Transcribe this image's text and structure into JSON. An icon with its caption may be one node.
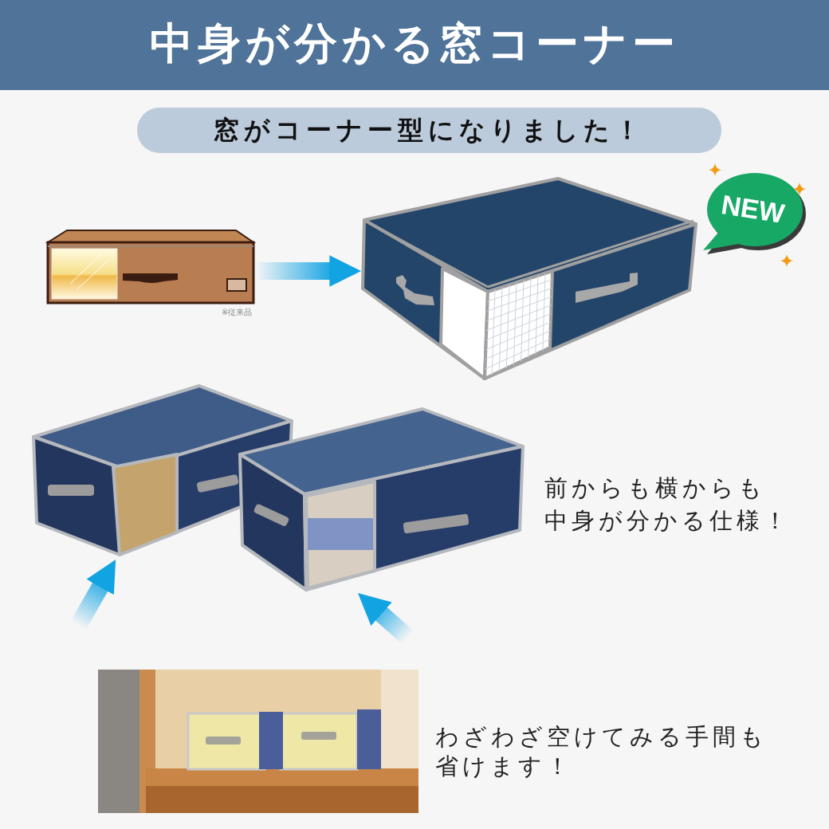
{
  "diagram": {
    "title": "中身が分かる窓コーナー",
    "nodes": [
      {
        "text": [],
        "shape": "picture",
        "beside": [
          "※従来品"
        ]
      },
      {
        "text": [],
        "shape": "picture"
      },
      {
        "text": [
          "NEW"
        ]
      },
      {
        "text": [],
        "shape": "picture"
      },
      {
        "text": [],
        "shape": "picture",
        "beside": [
          "前からも横からも",
          "中身が分かる仕様！"
        ]
      },
      {
        "text": [],
        "shape": "picture",
        "beside": [
          "わざわざ空けてみる手間も",
          "省けます！"
        ]
      }
    ],
    "edges": [
      {
        "from": 0,
        "to": 1,
        "arrow": "to"
      },
      {
        "from": null,
        "to": 3,
        "arrow": "to"
      },
      {
        "from": null,
        "to": 4,
        "arrow": "to"
      }
    ],
    "labels": [
      "窓がコーナー型になりました！"
    ]
  }
}
